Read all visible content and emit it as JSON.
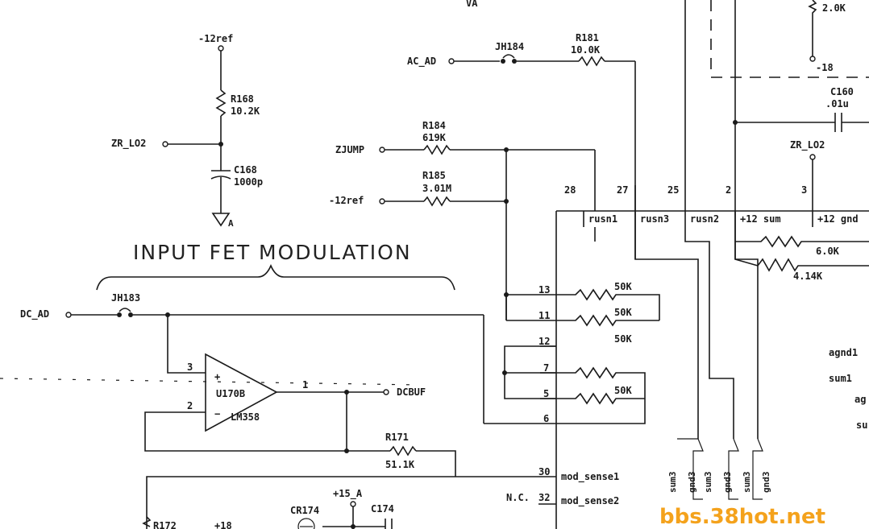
{
  "title": "INPUT FET MODULATION",
  "watermark": "bbs.38hot.net",
  "top_label": "VA",
  "nets": {
    "neg12ref_top": "-12ref",
    "zr_lo2_left": "ZR_LO2",
    "ac_ad": "AC_AD",
    "zjump": "ZJUMP",
    "neg12ref_mid": "-12ref",
    "dc_ad": "DC_AD",
    "dcbuf": "DCBUF",
    "zr_lo2_right": "ZR_LO2",
    "neg18": "-18",
    "plus15a": "+15_A",
    "plus18": "+18",
    "ground": "A"
  },
  "components": {
    "r168": {
      "ref": "R168",
      "value": "10.2K"
    },
    "c168": {
      "ref": "C168",
      "value": "1000p"
    },
    "jh184": {
      "ref": "JH184"
    },
    "r181": {
      "ref": "R181",
      "value": "10.0K"
    },
    "r184": {
      "ref": "R184",
      "value": "619K"
    },
    "r185": {
      "ref": "R185",
      "value": "3.01M"
    },
    "jh183": {
      "ref": "JH183"
    },
    "u170b": {
      "ref": "U170B",
      "part": "LM358"
    },
    "r171": {
      "ref": "R171",
      "value": "51.1K"
    },
    "r172": {
      "ref": "R172"
    },
    "cr174": {
      "ref": "CR174"
    },
    "c174": {
      "ref": "C174"
    },
    "c160": {
      "ref": "C160",
      "value": ".01u"
    },
    "r_top_right": {
      "value": "2.0K"
    },
    "r_6k": {
      "value": "6.0K"
    },
    "r_414k": {
      "value": "4.14K"
    }
  },
  "opamp_pins": {
    "plus_in": "3",
    "minus_in": "2",
    "out": "1"
  },
  "network": {
    "resistor_value": "50K",
    "pins_left": [
      "13",
      "11",
      "12",
      "7",
      "5",
      "6",
      "30",
      "32"
    ],
    "nc_label": "N.C.",
    "pin_labels": [
      "mod_sense1",
      "mod_sense2"
    ],
    "top_pins": [
      "28",
      "27",
      "25",
      "2",
      "3"
    ],
    "header_labels": [
      "rusn1",
      "rusn3",
      "rusn2",
      "+12 sum",
      "+12 gnd"
    ],
    "right_labels": [
      "agnd1",
      "sum1",
      "ag",
      "su"
    ],
    "connector_labels": [
      "sum3",
      "gnd3"
    ]
  }
}
